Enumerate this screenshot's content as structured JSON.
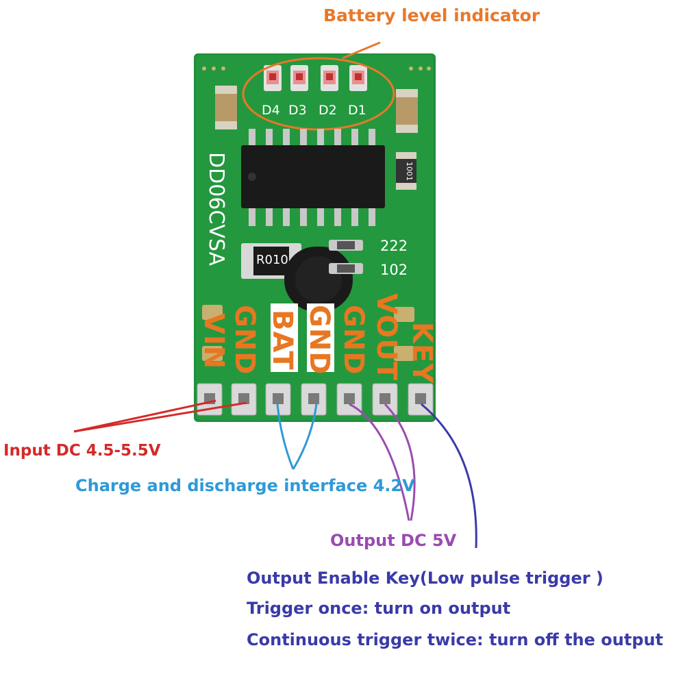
{
  "annotations": {
    "battery_indicator": "Battery level indicator",
    "input": "Input DC 4.5-5.5V",
    "charge": "Charge and discharge interface 4.2V",
    "output": "Output DC 5V",
    "key_title": "Output Enable Key(Low pulse trigger )",
    "key_line1": "Trigger once: turn on output",
    "key_line2": "Continuous trigger twice: turn off the output"
  },
  "board": {
    "model": "DD06CVSA",
    "leds": [
      "D4",
      "D3",
      "D2",
      "D1"
    ],
    "resistor": "R010",
    "code_222": "222",
    "code_102": "102",
    "code_1001": "1001"
  },
  "pins": [
    "VIN",
    "GND",
    "BAT",
    "GND",
    "GND",
    "VOUT",
    "KEY"
  ],
  "colors": {
    "pcb": "#1f8e3a",
    "orange_label": "#e87722",
    "orange_annotation": "#e8782a",
    "red": "#d42a2a",
    "blue": "#2e9ad6",
    "purple": "#9a4bb0",
    "navy": "#3a3aa8"
  }
}
